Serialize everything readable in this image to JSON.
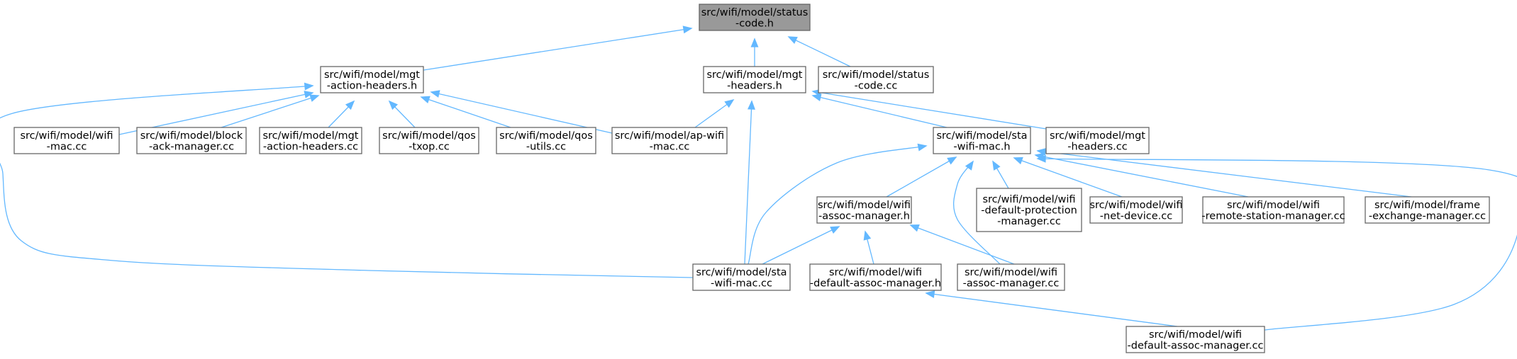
{
  "colors": {
    "edge": "#63b8ff",
    "border": "#666666",
    "root_fill": "#999999",
    "node_fill": "#ffffff",
    "text": "#000000"
  },
  "nodes": [
    {
      "id": "status_h",
      "lines": [
        "src/wifi/model/status",
        "-code.h"
      ],
      "root": true
    },
    {
      "id": "mgt_action_h",
      "lines": [
        "src/wifi/model/mgt",
        "-action-headers.h"
      ]
    },
    {
      "id": "mgt_headers_h",
      "lines": [
        "src/wifi/model/mgt",
        "-headers.h"
      ]
    },
    {
      "id": "status_cc",
      "lines": [
        "src/wifi/model/status",
        "-code.cc"
      ]
    },
    {
      "id": "wifi_mac_cc",
      "lines": [
        "src/wifi/model/wifi",
        "-mac.cc"
      ]
    },
    {
      "id": "block_ack_cc",
      "lines": [
        "src/wifi/model/block",
        "-ack-manager.cc"
      ]
    },
    {
      "id": "mgt_action_cc",
      "lines": [
        "src/wifi/model/mgt",
        "-action-headers.cc"
      ]
    },
    {
      "id": "qos_txop_cc",
      "lines": [
        "src/wifi/model/qos",
        "-txop.cc"
      ]
    },
    {
      "id": "qos_utils_cc",
      "lines": [
        "src/wifi/model/qos",
        "-utils.cc"
      ]
    },
    {
      "id": "ap_wifi_mac_cc",
      "lines": [
        "src/wifi/model/ap-wifi",
        "-mac.cc"
      ]
    },
    {
      "id": "sta_wifi_mac_h",
      "lines": [
        "src/wifi/model/sta",
        "-wifi-mac.h"
      ]
    },
    {
      "id": "mgt_headers_cc",
      "lines": [
        "src/wifi/model/mgt",
        "-headers.cc"
      ]
    },
    {
      "id": "assoc_mgr_h",
      "lines": [
        "src/wifi/model/wifi",
        "-assoc-manager.h"
      ]
    },
    {
      "id": "def_prot_cc",
      "lines": [
        "src/wifi/model/wifi",
        "-default-protection",
        "-manager.cc"
      ]
    },
    {
      "id": "net_device_cc",
      "lines": [
        "src/wifi/model/wifi",
        "-net-device.cc"
      ]
    },
    {
      "id": "remote_station_cc",
      "lines": [
        "src/wifi/model/wifi",
        "-remote-station-manager.cc"
      ]
    },
    {
      "id": "frame_exchange_cc",
      "lines": [
        "src/wifi/model/frame",
        "-exchange-manager.cc"
      ]
    },
    {
      "id": "sta_wifi_mac_cc",
      "lines": [
        "src/wifi/model/sta",
        "-wifi-mac.cc"
      ]
    },
    {
      "id": "def_assoc_h",
      "lines": [
        "src/wifi/model/wifi",
        "-default-assoc-manager.h"
      ]
    },
    {
      "id": "assoc_mgr_cc",
      "lines": [
        "src/wifi/model/wifi",
        "-assoc-manager.cc"
      ]
    },
    {
      "id": "def_assoc_cc",
      "lines": [
        "src/wifi/model/wifi",
        "-default-assoc-manager.cc"
      ]
    }
  ],
  "edges": [
    {
      "from": "mgt_action_h",
      "to": "status_h"
    },
    {
      "from": "mgt_headers_h",
      "to": "status_h"
    },
    {
      "from": "status_cc",
      "to": "status_h"
    },
    {
      "from": "wifi_mac_cc",
      "to": "mgt_action_h"
    },
    {
      "from": "block_ack_cc",
      "to": "mgt_action_h"
    },
    {
      "from": "mgt_action_cc",
      "to": "mgt_action_h"
    },
    {
      "from": "qos_txop_cc",
      "to": "mgt_action_h"
    },
    {
      "from": "qos_utils_cc",
      "to": "mgt_action_h"
    },
    {
      "from": "ap_wifi_mac_cc",
      "to": "mgt_action_h"
    },
    {
      "from": "sta_wifi_mac_cc",
      "to": "mgt_action_h"
    },
    {
      "from": "ap_wifi_mac_cc",
      "to": "mgt_headers_h"
    },
    {
      "from": "sta_wifi_mac_h",
      "to": "mgt_headers_h"
    },
    {
      "from": "mgt_headers_cc",
      "to": "mgt_headers_h"
    },
    {
      "from": "sta_wifi_mac_cc",
      "to": "mgt_headers_h"
    },
    {
      "from": "assoc_mgr_h",
      "to": "sta_wifi_mac_h"
    },
    {
      "from": "def_prot_cc",
      "to": "sta_wifi_mac_h"
    },
    {
      "from": "net_device_cc",
      "to": "sta_wifi_mac_h"
    },
    {
      "from": "remote_station_cc",
      "to": "sta_wifi_mac_h"
    },
    {
      "from": "frame_exchange_cc",
      "to": "sta_wifi_mac_h"
    },
    {
      "from": "sta_wifi_mac_cc",
      "to": "sta_wifi_mac_h"
    },
    {
      "from": "assoc_mgr_cc",
      "to": "sta_wifi_mac_h"
    },
    {
      "from": "def_assoc_cc",
      "to": "sta_wifi_mac_h"
    },
    {
      "from": "sta_wifi_mac_cc",
      "to": "assoc_mgr_h"
    },
    {
      "from": "def_assoc_h",
      "to": "assoc_mgr_h"
    },
    {
      "from": "assoc_mgr_cc",
      "to": "assoc_mgr_h"
    },
    {
      "from": "def_assoc_cc",
      "to": "def_assoc_h"
    }
  ]
}
